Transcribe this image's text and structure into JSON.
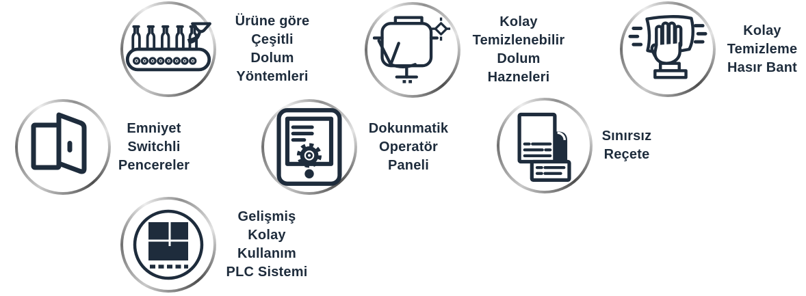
{
  "colors": {
    "accent_navy": "#1e2c3c",
    "ring_dark": "#4e4e4e",
    "ring_light": "#ededed",
    "background": "#ffffff"
  },
  "features": [
    {
      "icon": "bottle-filling-conveyor-icon",
      "label": "Ürüne göre\nÇeşitli\nDolum\nYöntemleri"
    },
    {
      "icon": "filling-tank-icon",
      "label": "Kolay\nTemizlenebilir\nDolum\nHazneleri"
    },
    {
      "icon": "hand-wipe-cleaning-icon",
      "label": "Kolay\nTemizleme\nHasır Bant"
    },
    {
      "icon": "safety-switch-door-icon",
      "label": "Emniyet\nSwitchli\nPencereler"
    },
    {
      "icon": "touch-operator-panel-icon",
      "label": "Dokunmatik\nOperatör\nPaneli"
    },
    {
      "icon": "recipe-documents-icon",
      "label": "Sınırsız\nReçete"
    },
    {
      "icon": "plc-module-icon",
      "label": "Gelişmiş\nKolay\nKullanım\nPLC Sistemi"
    }
  ]
}
